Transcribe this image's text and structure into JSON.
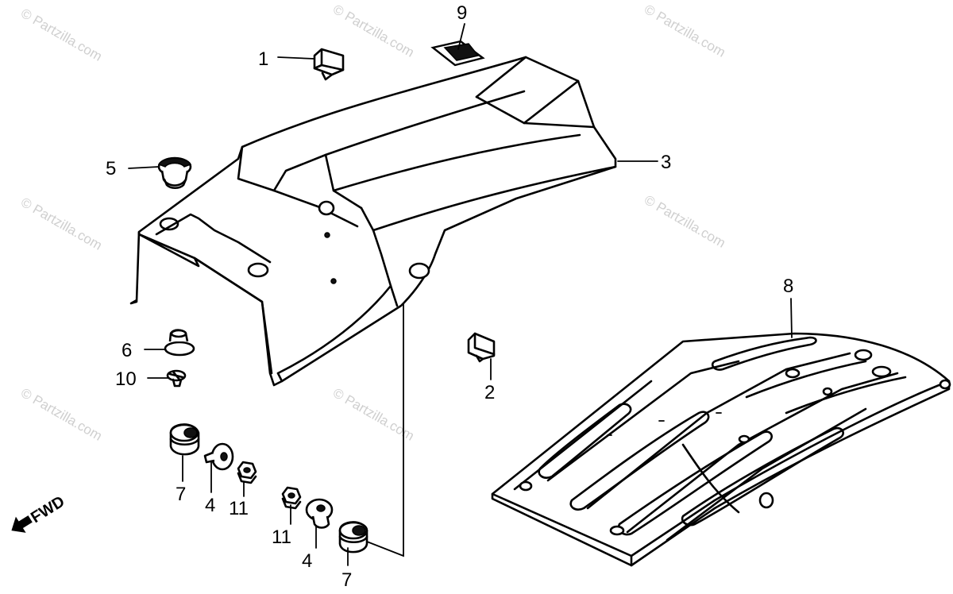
{
  "watermark": "© Partzilla.com",
  "fwd_label": "FWD",
  "callouts": {
    "c1": "1",
    "c2": "2",
    "c3": "3",
    "c4a": "4",
    "c4b": "4",
    "c5": "5",
    "c6": "6",
    "c7a": "7",
    "c7b": "7",
    "c8": "8",
    "c9": "9",
    "c10": "10",
    "c11a": "11",
    "c11b": "11"
  },
  "parts": [
    {
      "ref": "1",
      "icon": "clip-nut-icon"
    },
    {
      "ref": "2",
      "icon": "clip-nut-icon"
    },
    {
      "ref": "3",
      "icon": "rear-fender-icon"
    },
    {
      "ref": "4",
      "icon": "collar-icon"
    },
    {
      "ref": "5",
      "icon": "grommet-icon"
    },
    {
      "ref": "6",
      "icon": "collar-icon"
    },
    {
      "ref": "7",
      "icon": "rubber-bushing-icon"
    },
    {
      "ref": "8",
      "icon": "fender-plate-icon"
    },
    {
      "ref": "9",
      "icon": "label-sticker-icon"
    },
    {
      "ref": "10",
      "icon": "screw-icon"
    },
    {
      "ref": "11",
      "icon": "flange-nut-icon"
    }
  ]
}
